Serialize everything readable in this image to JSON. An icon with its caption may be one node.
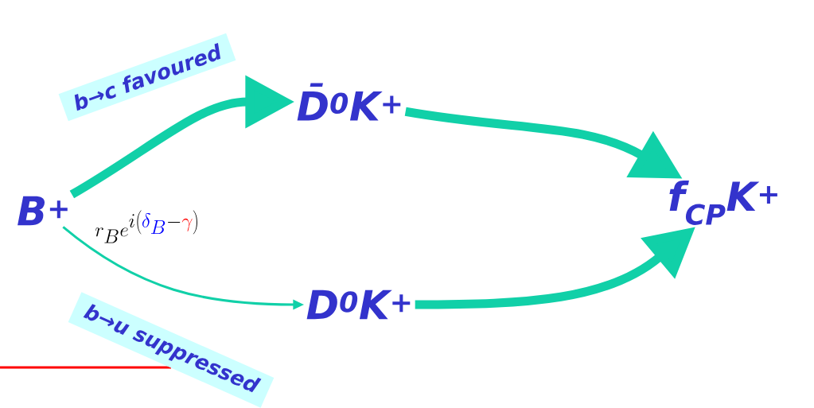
{
  "diagram": {
    "nodes": [
      {
        "text": [
          "B$^{+}$"
        ]
      },
      {
        "text": [
          "D̄$^{0}$K$^{+}$"
        ]
      },
      {
        "text": [
          "f$_{CP}$K$^{+}$"
        ]
      },
      {
        "text": [
          "D$^{0}$K$^{+}$"
        ]
      },
      {
        "text": [
          "b→c favoured"
        ]
      },
      {
        "text": [
          "b→u suppressed"
        ]
      }
    ],
    "edges": [
      {
        "from": 0,
        "to": 1,
        "arrow": "to"
      },
      {
        "from": 0,
        "to": 3,
        "arrow": "to",
        "label": "r_B e^{i\\left(\\color{blue}\\delta_B\\color{black}-\\color{red}\\gamma\\color{black}\\right)}"
      },
      {
        "from": 1,
        "to": 2,
        "arrow": "to"
      },
      {
        "from": 3,
        "to": 2,
        "arrow": "to"
      }
    ]
  }
}
